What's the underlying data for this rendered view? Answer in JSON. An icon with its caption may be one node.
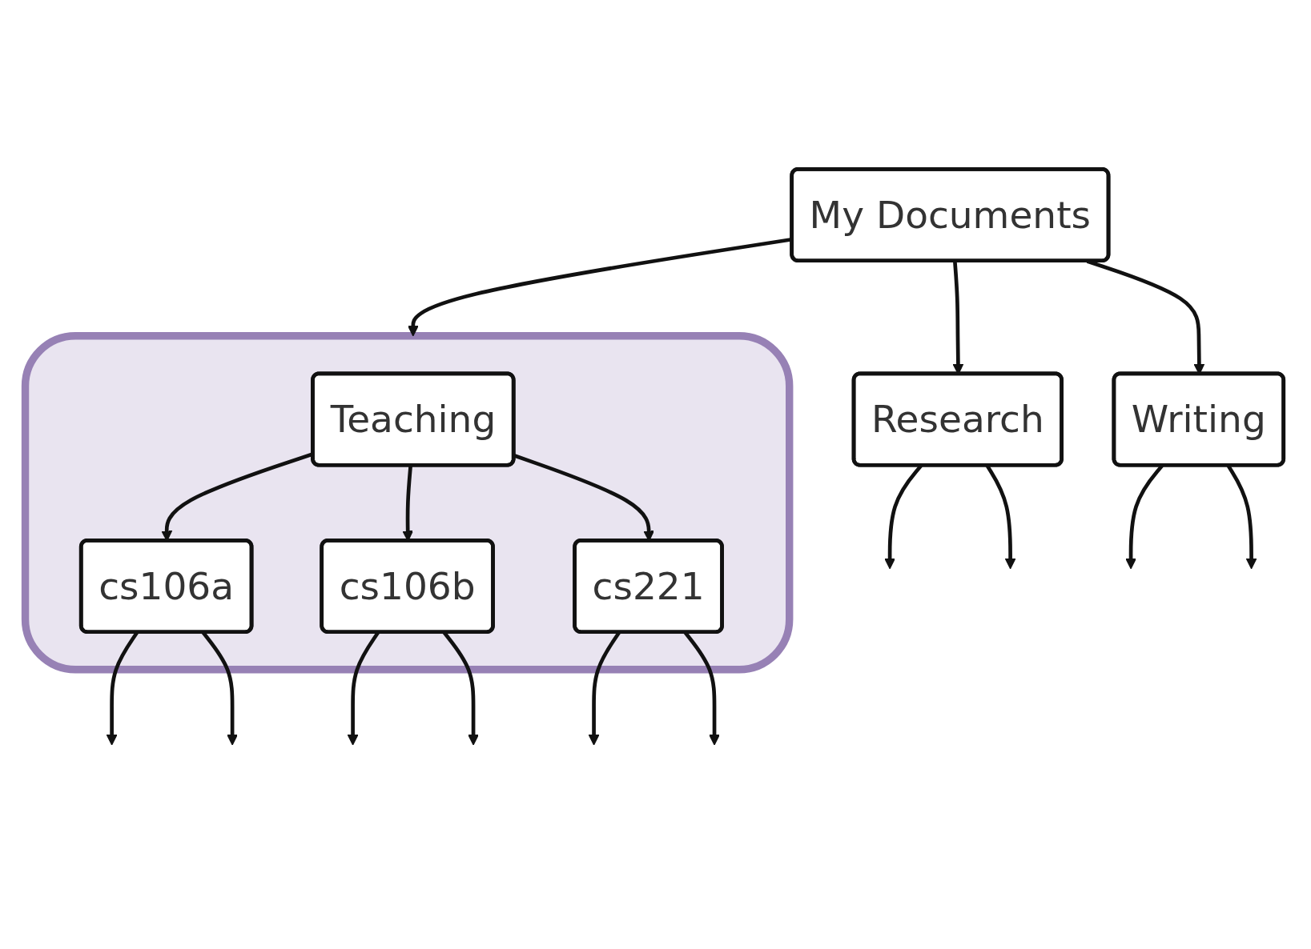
{
  "diagram": {
    "nodes": [
      {
        "text": [
          "My Documents"
        ]
      },
      {
        "text": [
          "Research"
        ]
      },
      {
        "text": [],
        "shape": "box"
      },
      {
        "text": [
          "Teaching"
        ],
        "in": 2
      },
      {
        "text": [
          "cs106a"
        ],
        "in": 2
      },
      {
        "text": [
          "cs106b"
        ],
        "in": 2
      },
      {
        "text": [
          "cs221"
        ],
        "in": 2
      },
      {
        "text": [
          "Writing"
        ]
      }
    ],
    "edges": [
      {
        "from": 0,
        "to": 1,
        "arrow": "to"
      },
      {
        "from": 0,
        "to": 2,
        "arrow": "to"
      },
      {
        "from": 0,
        "to": 7,
        "arrow": "to"
      },
      {
        "from": 1,
        "to": null,
        "arrow": "to"
      },
      {
        "from": 1,
        "to": null,
        "arrow": "to"
      },
      {
        "from": 3,
        "to": 4,
        "arrow": "to"
      },
      {
        "from": 3,
        "to": 5,
        "arrow": "to"
      },
      {
        "from": 3,
        "to": 6,
        "arrow": "to"
      },
      {
        "from": 4,
        "to": null,
        "arrow": "to"
      },
      {
        "from": 4,
        "to": null,
        "arrow": "to"
      },
      {
        "from": 5,
        "to": null,
        "arrow": "to"
      },
      {
        "from": 5,
        "to": null,
        "arrow": "to"
      },
      {
        "from": 6,
        "to": null,
        "arrow": "to"
      },
      {
        "from": 6,
        "to": null,
        "arrow": "to"
      },
      {
        "from": 7,
        "to": null,
        "arrow": "to"
      },
      {
        "from": 7,
        "to": null,
        "arrow": "to"
      }
    ]
  }
}
